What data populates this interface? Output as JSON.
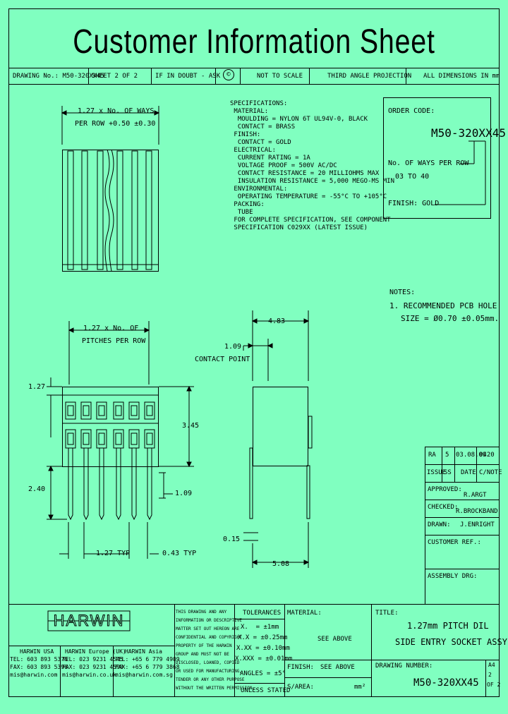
{
  "title": "Customer Information Sheet",
  "header_row": {
    "drawing_no": "DRAWING No.: M50-320XX45",
    "sheet": "SHEET 2 OF 2",
    "if_in_doubt": "IF IN DOUBT - ASK",
    "copyright": "©",
    "scale": "NOT TO SCALE",
    "projection": "THIRD ANGLE PROJECTION",
    "dimensions": "ALL DIMENSIONS IN mm"
  },
  "specifications": [
    "SPECIFICATIONS:",
    " MATERIAL:",
    "  MOULDING = NYLON 6T UL94V-0, BLACK",
    "  CONTACT = BRASS",
    " FINISH:",
    "  CONTACT = GOLD",
    " ELECTRICAL:",
    "  CURRENT RATING = 1A",
    "  VOLTAGE PROOF = 500V AC/DC",
    "  CONTACT RESISTANCE = 20 MILLIOHMS MAX",
    "  INSULATION RESISTANCE = 5,000 MEGO-MS MIN",
    " ENVIRONMENTAL:",
    "  OPERATING TEMPERATURE = -55°C TO +105°C",
    " PACKING:",
    "  TUBE",
    " FOR COMPLETE SPECIFICATION, SEE COMPONENT",
    " SPECIFICATION C029XX (LATEST ISSUE)"
  ],
  "order_code": {
    "label": "ORDER CODE:",
    "code": "M50-320XX45",
    "ways_label": "No. OF WAYS PER ROW",
    "ways_range": "03 TO 40",
    "finish": "FINISH: GOLD"
  },
  "notes": {
    "title": "NOTES:",
    "line1": "1. RECOMMENDED PCB HOLE",
    "line2": "SIZE = Ø0.70 ±0.05mm."
  },
  "dimensions": {
    "top_formula_1": "1.27 x No. OF WAYS",
    "top_formula_2": "PER ROW +0.50 ±0.30",
    "mid_formula_1": "1.27 x No. OF",
    "mid_formula_2": "PITCHES PER ROW",
    "left_127": "1.27",
    "d_345": "3.45",
    "d_240": "2.40",
    "d_109_right": "1.09",
    "d_127_typ": "1.27 TYP",
    "d_043_typ": "0.43 TYP",
    "d_483": "4.83",
    "d_109_cp": "1.09",
    "contact_point": "CONTACT POINT",
    "d_015": "0.15",
    "d_508": "5.08"
  },
  "revision": {
    "row": [
      "RA",
      "5",
      "03.08.09",
      "0420"
    ],
    "labels": [
      "ISSUE",
      "SS",
      "DATE",
      "C/NOTE"
    ]
  },
  "signoff": {
    "approved_label": "APPROVED:",
    "approved": "R.ARGT",
    "checked_label": "CHECKED:",
    "checked": "R.BROCKBAND",
    "drawn_label": "DRAWN:",
    "drawn": "J.ENRIGHT",
    "customer_ref": "CUSTOMER REF.:",
    "assembly_drg": "ASSEMBLY DRG:"
  },
  "footer": {
    "logo": "HARWIN",
    "offices": [
      {
        "name": "HARWIN USA",
        "tel": "TEL: 603 893 5376",
        "fax": "FAX: 603 893 5396",
        "email": "mis@harwin.com"
      },
      {
        "name": "HARWIN Europe (UK)",
        "tel": "TEL: 023 9231 4545",
        "fax": "FAX: 023 9231 4590",
        "email": "mis@harwin.co.uk"
      },
      {
        "name": "HARWIN Asia",
        "tel": "TEL: +65 6 779 4909",
        "fax": "FAX: +65 6 779 3868",
        "email": "mis@harwin.com.sg"
      }
    ],
    "legal": [
      "THIS DRAWING AND ANY",
      "INFORMATION OR DESCRIPTIVE",
      "MATTER SET OUT HEREON ARE",
      "CONFIDENTIAL AND COPYRIGHT",
      "PROPERTY OF THE HARWIN",
      "GROUP AND MUST NOT BE",
      "DISCLOSED, LOANED, COPIED",
      "OR USED FOR MANUFACTURING,",
      "TENDER OR ANY OTHER PURPOSE",
      "WITHOUT THE WRITTEN PERMISSION."
    ],
    "tolerances_title": "TOLERANCES",
    "tolerances": [
      "X.  = ±1mm",
      "X.X = ±0.25mm",
      "X.XX = ±0.10mm",
      "X.XXX = ±0.01mm",
      "ANGLES = ±5°"
    ],
    "unless_stated": "UNLESS STATED",
    "material_label": "MATERIAL:",
    "material_value": "SEE ABOVE",
    "finish_label": "FINISH:",
    "finish_value": "SEE ABOVE",
    "area_label": "S/AREA:",
    "area_unit": "mm²",
    "title_label": "TITLE:",
    "title_line1": "1.27mm PITCH DIL",
    "title_line2": "SIDE ENTRY SOCKET ASSY",
    "drawing_number_label": "DRAWING NUMBER:",
    "drawing_number": "M50-320XX45",
    "size": "A4",
    "sheet_num": "2",
    "sheet_of": "OF 2"
  }
}
